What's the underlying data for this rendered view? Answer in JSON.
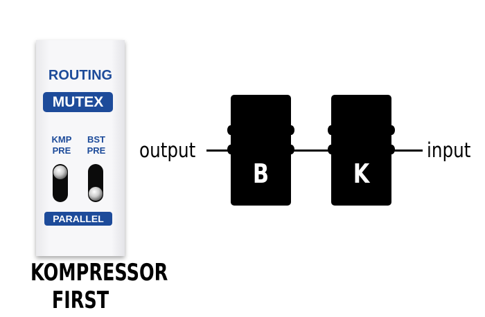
{
  "panel": {
    "title": "ROUTING",
    "mode": "MUTEX",
    "switches": [
      {
        "label_top": "KMP",
        "label_bottom": "PRE",
        "position": "up"
      },
      {
        "label_top": "BST",
        "label_bottom": "PRE",
        "position": "down"
      }
    ],
    "footer": "PARALLEL"
  },
  "caption": {
    "line1": "KOMPRESSOR",
    "line2": "FIRST"
  },
  "chain": {
    "output_label": "output",
    "input_label": "input",
    "pedals": [
      {
        "letter": "B"
      },
      {
        "letter": "K"
      }
    ]
  },
  "colors": {
    "panel_blue": "#1d4b9a"
  }
}
